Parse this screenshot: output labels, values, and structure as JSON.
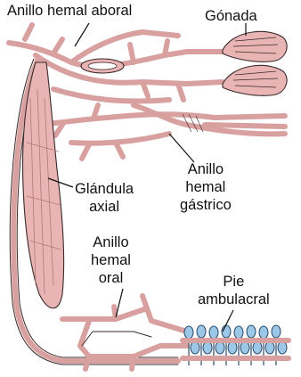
{
  "labels": {
    "aboral_hemal_ring": "Anillo hemal aboral",
    "gonad": "Gónada",
    "axial_gland_line1": "Glándula",
    "axial_gland_line2": "axial",
    "gastric_hemal_ring_line1": "Anillo",
    "gastric_hemal_ring_line2": "hemal",
    "gastric_hemal_ring_line3": "gástrico",
    "oral_hemal_ring_line1": "Anillo",
    "oral_hemal_ring_line2": "hemal",
    "oral_hemal_ring_line3": "oral",
    "tube_feet_line1": "Pie",
    "tube_feet_line2": "ambulacral"
  },
  "colors": {
    "vessel_fill": "#e8b4b4",
    "vessel_outline": "#3a2a2a",
    "tube_feet": "#9cc7e6",
    "text": "#111111"
  }
}
